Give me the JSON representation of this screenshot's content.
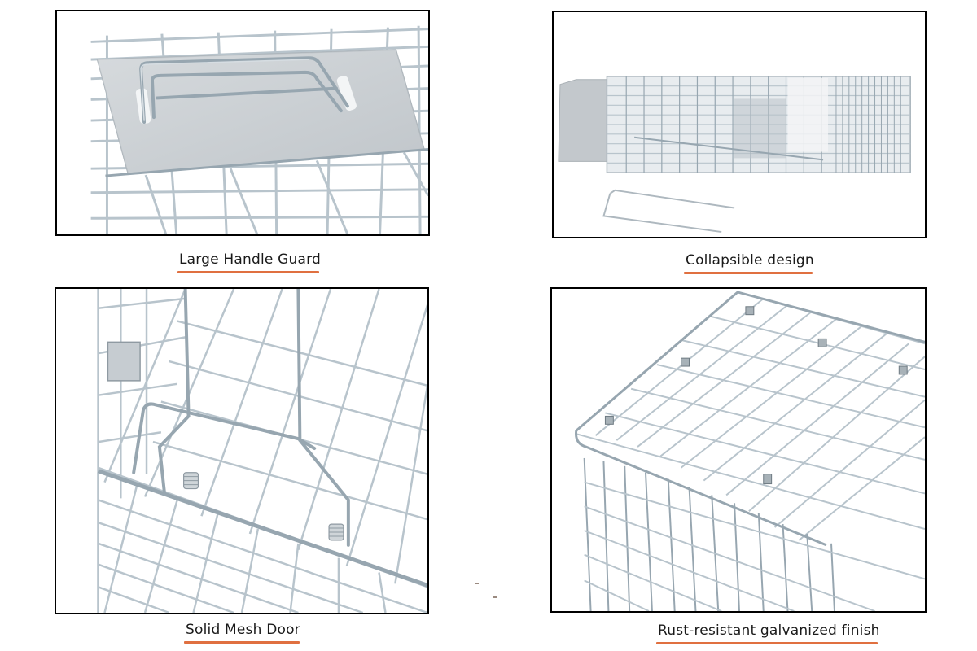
{
  "colors": {
    "underline": "#E07040",
    "border": "#000000",
    "caption_text": "#1a1a1a",
    "galvanized_wire": "#b8c4cc",
    "galvanized_plate": "#c9ced2"
  },
  "panels": [
    {
      "id": "top-left",
      "image": "cage-handle-guard-closeup-photo",
      "caption": "Large Handle Guard"
    },
    {
      "id": "top-right",
      "image": "cage-collapsed-flat-photo",
      "caption": "Collapsible design"
    },
    {
      "id": "bottom-left",
      "image": "cage-spring-door-closeup-photo",
      "caption": "Solid Mesh Door"
    },
    {
      "id": "bottom-right",
      "image": "cage-galvanized-mesh-top-photo",
      "caption": "Rust-resistant galvanized finish"
    }
  ]
}
